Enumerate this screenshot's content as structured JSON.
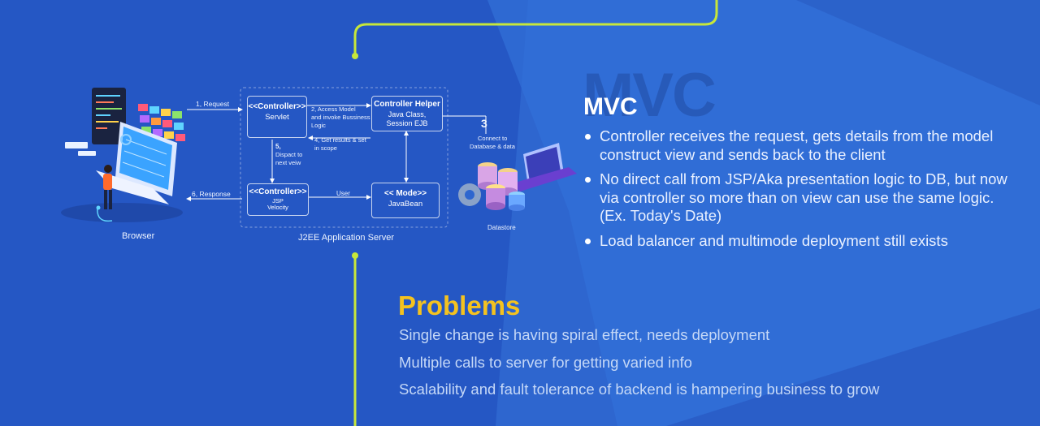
{
  "colors": {
    "background": "#2e66cf",
    "dark_panel": "#1f4ab8",
    "connector": "#c7e73a",
    "heading_accent": "#f4c21f"
  },
  "diagram": {
    "labels": {
      "request": "1, Request",
      "response": "6, Response",
      "step2": [
        "2, Access Model",
        "and invoke Bussiness",
        "Logic"
      ],
      "step4": [
        "4, Get results & set",
        "in scope"
      ],
      "step5": [
        "5,",
        "Dispact to",
        "next veiw"
      ],
      "step3_num": "3",
      "step3_text": [
        "Connect to",
        "Database & data"
      ],
      "user": "User",
      "browser": "Browser",
      "server": "J2EE Application Server",
      "datastore": "Datastore"
    },
    "boxes": {
      "controller_servlet": {
        "title": "<<Controller>>",
        "sub": "Servlet"
      },
      "controller_helper": {
        "title": "Controller Helper",
        "sub": [
          "Java Class,",
          "Session EJB"
        ]
      },
      "controller_jsp": {
        "title": "<<Controller>>",
        "sub": [
          "JSP",
          "Velocity"
        ]
      },
      "mode_javabean": {
        "title": "<< Mode>>",
        "sub": "JavaBean"
      }
    }
  },
  "mvc": {
    "watermark": "MVC",
    "title": "MVC",
    "bullets": [
      "Controller receives the request, gets details from the model construct view and sends back to the client",
      "No direct call from JSP/Aka presentation logic to DB, but now via controller so more than on view can use the same logic. (Ex. Today's Date)",
      "Load balancer and multimode deployment still exists"
    ]
  },
  "problems": {
    "title": "Problems",
    "items": [
      "Single change is having spiral effect, needs deployment",
      "Multiple calls to server for getting varied info",
      "Scalability and fault tolerance of backend is hampering business to grow"
    ]
  }
}
